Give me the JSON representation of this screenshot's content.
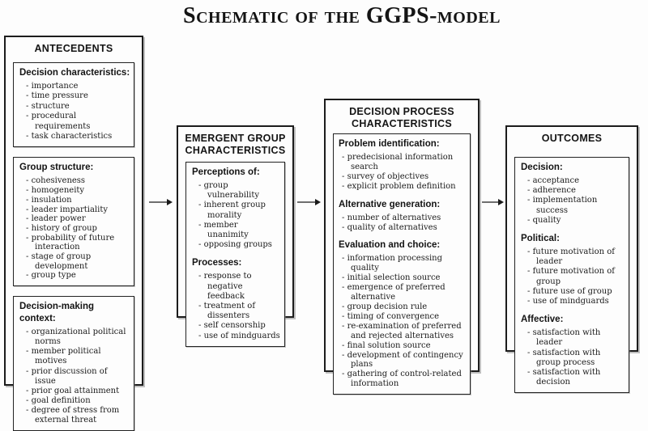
{
  "title": "Schematic of the GGPS-model",
  "diagram": {
    "antecedents": {
      "header": "ANTECEDENTS",
      "boxes": [
        {
          "sections": [
            {
              "heading": "Decision characteristics:",
              "items": [
                "importance",
                "time pressure",
                "structure",
                "procedural requirements",
                "task characteristics"
              ]
            }
          ]
        },
        {
          "sections": [
            {
              "heading": "Group structure:",
              "items": [
                "cohesiveness",
                "homogeneity",
                "insulation",
                "leader impartiality",
                "leader power",
                "history of group",
                "probability of future interaction",
                "stage of group development",
                "group type"
              ]
            }
          ]
        },
        {
          "sections": [
            {
              "heading": "Decision-making context:",
              "items": [
                "organizational political norms",
                "member political motives",
                "prior discussion of issue",
                "prior goal attainment",
                "goal definition",
                "degree of stress from external threat"
              ]
            }
          ]
        }
      ]
    },
    "emergent": {
      "header": "EMERGENT GROUP CHARACTERISTICS",
      "boxes": [
        {
          "sections": [
            {
              "heading": "Perceptions of:",
              "items": [
                "group vulnerability",
                "inherent group morality",
                "member unanimity",
                "opposing groups"
              ]
            },
            {
              "heading": "Processes:",
              "items": [
                "response to negative feedback",
                "treatment of dissenters",
                "self censorship",
                "use of mindguards"
              ]
            }
          ]
        }
      ]
    },
    "process": {
      "header": "DECISION PROCESS CHARACTERISTICS",
      "boxes": [
        {
          "sections": [
            {
              "heading": "Problem identification:",
              "items": [
                "predecisional information search",
                "survey of objectives",
                "explicit problem definition"
              ]
            },
            {
              "heading": "Alternative generation:",
              "items": [
                "number of alternatives",
                "quality of alternatives"
              ]
            },
            {
              "heading": "Evaluation and choice:",
              "items": [
                "information processing quality",
                "initial selection source",
                "emergence of preferred alternative",
                "group decision rule",
                "timing of convergence",
                "re-examination of preferred and rejected alternatives",
                "final solution source",
                "development of contingency plans",
                "gathering of control-related information"
              ]
            }
          ]
        }
      ]
    },
    "outcomes": {
      "header": "OUTCOMES",
      "boxes": [
        {
          "sections": [
            {
              "heading": "Decision:",
              "items": [
                "acceptance",
                "adherence",
                "implementation success",
                "quality"
              ]
            },
            {
              "heading": "Political:",
              "items": [
                "future motivation of leader",
                "future motivation of group",
                "future use of group",
                "use of mindguards"
              ]
            },
            {
              "heading": "Affective:",
              "items": [
                "satisfaction with leader",
                "satisfaction with group process",
                "satisfaction with decision"
              ]
            }
          ]
        }
      ]
    }
  },
  "arrow_color": "#1a1a1a"
}
